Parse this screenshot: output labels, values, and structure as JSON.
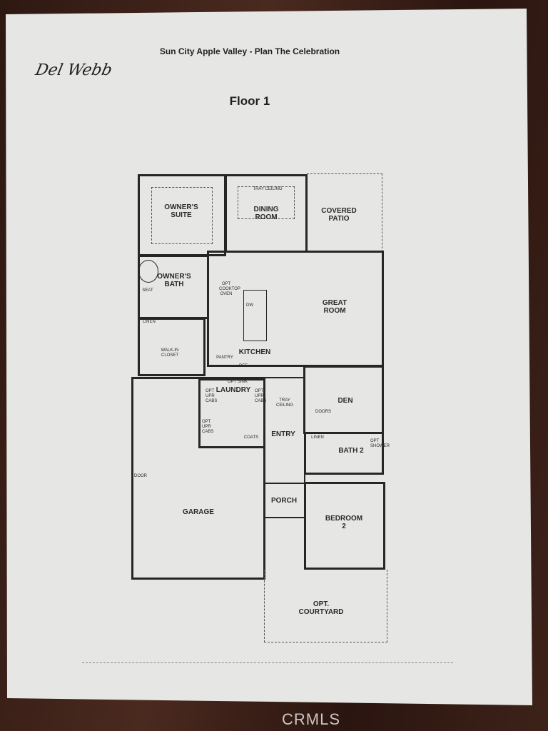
{
  "header": {
    "logo": "Del Webb",
    "title": "Sun City Apple Valley - Plan The Celebration",
    "floor": "Floor 1"
  },
  "rooms": {
    "owners_suite": "OWNER'S\nSUITE",
    "dining": "DINING\nROOM",
    "tray1": "TRAY CEILING",
    "patio": "COVERED\nPATIO",
    "owners_bath": "OWNER'S\nBATH",
    "seat": "SEAT",
    "linen1": "LINEN",
    "closet": "WALK-IN\nCLOSET",
    "oven": "OPT COOKTOP OVEN",
    "dw": "DW",
    "great": "GREAT\nROOM",
    "kitchen": "KITCHEN",
    "pantry": "PANTRY",
    "ref": "REF",
    "opt_sink": "OPT SINK",
    "laundry": "LAUNDRY",
    "opt_cabs1": "OPT UPR CABS",
    "opt_cabs2": "OPT UPR CABS",
    "opt_cabs3": "OPT UPR CABS",
    "coats": "COATS",
    "tray2": "TRAY\nCEILING",
    "entry": "ENTRY",
    "den": "DEN",
    "doors": "DOORS",
    "linen2": "LINEN",
    "bath2": "BATH 2",
    "opt_shower": "OPT SHOWER",
    "door": "DOOR",
    "garage": "GARAGE",
    "porch": "PORCH",
    "bedroom2": "BEDROOM\n2",
    "courtyard": "OPT.\nCOURTYARD"
  },
  "watermark": "CRMLS"
}
